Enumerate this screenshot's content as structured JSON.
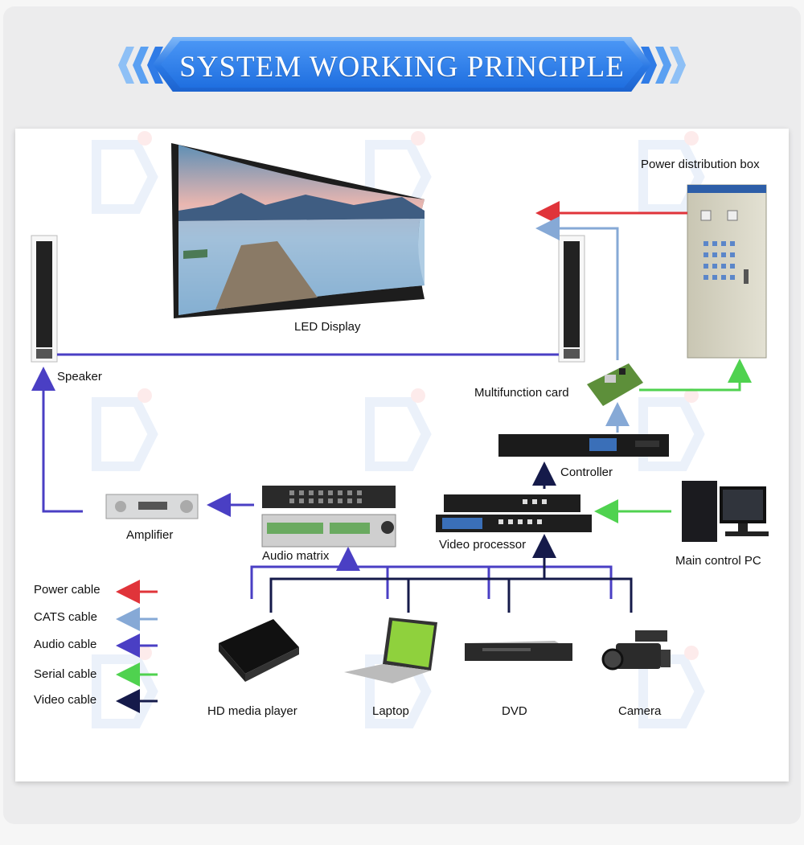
{
  "header": {
    "title": "SYSTEM WORKING PRINCIPLE"
  },
  "nodes": {
    "led_display": "LED Display",
    "speaker": "Speaker",
    "power_box": "Power distribution box",
    "multifunction_card": "Multifunction card",
    "controller": "Controller",
    "amplifier": "Amplifier",
    "audio_matrix": "Audio matrix",
    "video_processor": "Video processor",
    "main_pc": "Main control PC",
    "hd_player": "HD media player",
    "laptop": "Laptop",
    "dvd": "DVD",
    "camera": "Camera"
  },
  "legend": [
    {
      "label": "Power cable",
      "color": "#e0343a"
    },
    {
      "label": "CATS cable",
      "color": "#86a9d6"
    },
    {
      "label": "Audio cable",
      "color": "#4a3fc4"
    },
    {
      "label": "Serial cable",
      "color": "#4fd24f"
    },
    {
      "label": "Video cable",
      "color": "#151a4a"
    }
  ]
}
